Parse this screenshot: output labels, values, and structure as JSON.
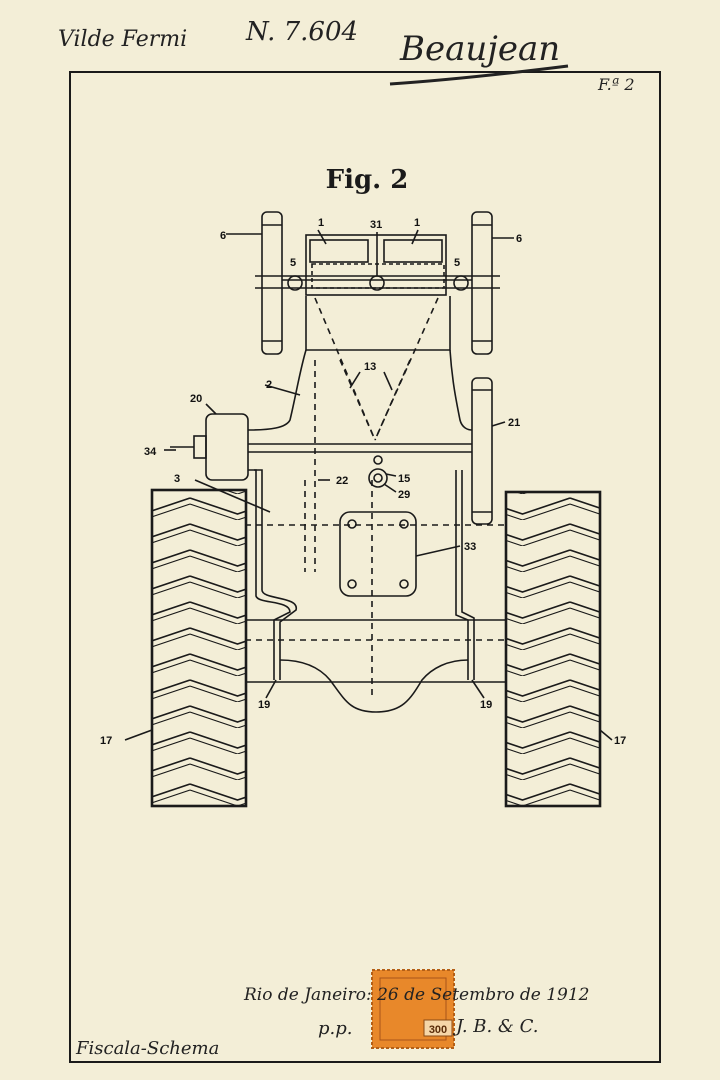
{
  "header": {
    "signature_left": "Vilde Fermi",
    "patent_number": "N. 7.604",
    "signature_right": "Beaujean",
    "sheet_mark": "F.ª 2"
  },
  "figure": {
    "title": "Fig. 2",
    "labels": {
      "l1a": "1",
      "l1b": "1",
      "l31": "31",
      "l6a": "6",
      "l6b": "6",
      "l5a": "5",
      "l5b": "5",
      "l13": "13",
      "l2": "2",
      "l20": "20",
      "l21": "21",
      "l34": "34",
      "l3": "3",
      "l22": "22",
      "l15": "15",
      "l29": "29",
      "l33": "33",
      "l19a": "19",
      "l19b": "19",
      "l17a": "17",
      "l17b": "17"
    }
  },
  "footer": {
    "place_date": "Rio de Janeiro: 26 de Setembro de 1912",
    "per": "p.p.",
    "agent": "J. B. & C.",
    "stamp_value": "300",
    "caption": "Fiscala-Schema"
  },
  "colors": {
    "paper": "#f3eed7",
    "ink": "#1a1a1a",
    "stamp": "#e8882a"
  }
}
